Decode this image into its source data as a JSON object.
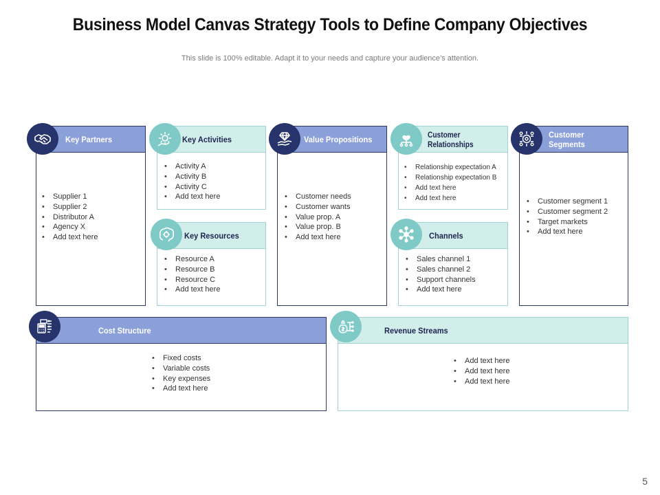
{
  "title": "Business Model Canvas Strategy Tools to Define Company Objectives",
  "subtitle": "This slide is 100% editable. Adapt it to your needs and capture your audience’s attention.",
  "page_number": "5",
  "blocks": {
    "key_partners": {
      "label": "Key Partners",
      "icon": "handshake-icon",
      "items": [
        "Supplier 1",
        "Supplier 2",
        "Distributor A",
        "Agency X",
        "Add text here"
      ]
    },
    "key_activities": {
      "label": "Key Activities",
      "icon": "gear-hand-icon",
      "items": [
        "Activity  A",
        "Activity  B",
        "Activity  C",
        "Add text here"
      ]
    },
    "key_resources": {
      "label": "Key Resources",
      "icon": "brain-gear-icon",
      "items": [
        "Resource A",
        "Resource B",
        "Resource C",
        "Add text here"
      ]
    },
    "value_propositions": {
      "label": "Value Propositions",
      "icon": "hand-diamond-icon",
      "items": [
        "Customer needs",
        "Customer wants",
        "Value prop. A",
        "Value prop. B",
        "Add text here"
      ]
    },
    "customer_relationships": {
      "label_line1": "Customer",
      "label_line2": "Relationships",
      "icon": "heart-network-icon",
      "items": [
        "Relationship expectation A",
        "Relationship expectation B",
        "Add text here",
        "Add text here"
      ]
    },
    "channels": {
      "label": "Channels",
      "icon": "network-nodes-icon",
      "items": [
        "Sales channel 1",
        "Sales channel 2",
        "Support channels",
        "Add text here"
      ]
    },
    "customer_segments": {
      "label": "Customer Segments",
      "icon": "target-people-icon",
      "items": [
        "Customer segment 1",
        "Customer segment 2",
        "Target markets",
        "Add text here"
      ]
    },
    "cost_structure": {
      "label": "Cost Structure",
      "icon": "calculator-chart-icon",
      "items": [
        "Fixed costs",
        "Variable costs",
        "Key expenses",
        "Add text here"
      ]
    },
    "revenue_streams": {
      "label": "Revenue Streams",
      "icon": "money-bag-icon",
      "items": [
        "Add text here",
        "Add text here",
        "Add text here"
      ]
    }
  },
  "colors": {
    "navy": "#27346b",
    "header_blue": "#8b9fd9",
    "teal": "#7fcac6",
    "header_teal": "#d2eeeb"
  }
}
